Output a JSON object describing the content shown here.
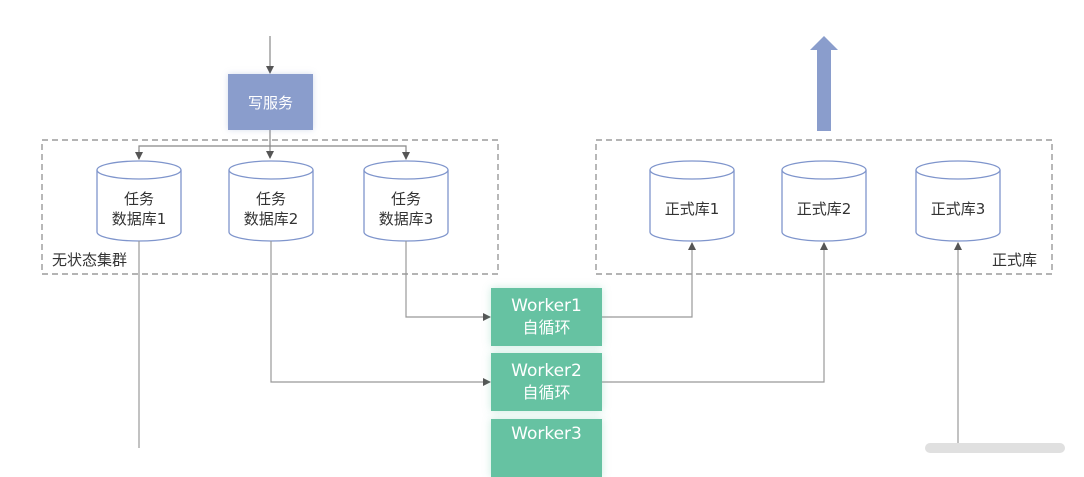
{
  "diagram": {
    "write_service": {
      "label": "写服务"
    },
    "stateless_cluster": {
      "label": "无状态集群",
      "databases": [
        {
          "line1": "任务",
          "line2": "数据库1"
        },
        {
          "line1": "任务",
          "line2": "数据库2"
        },
        {
          "line1": "任务",
          "line2": "数据库3"
        }
      ]
    },
    "formal_cluster": {
      "label": "正式库",
      "databases": [
        {
          "label": "正式库1"
        },
        {
          "label": "正式库2"
        },
        {
          "label": "正式库3"
        }
      ]
    },
    "workers": [
      {
        "name": "Worker1",
        "sub": "自循环"
      },
      {
        "name": "Worker2",
        "sub": "自循环"
      },
      {
        "name": "Worker3",
        "sub": ""
      }
    ],
    "colors": {
      "write_service": "#8a9dcc",
      "cylinder_stroke": "#7f95cc",
      "worker": "#66c2a2",
      "connector": "#999999",
      "dashed_border": "#888888",
      "output_arrow": "#8a9dcc"
    }
  }
}
